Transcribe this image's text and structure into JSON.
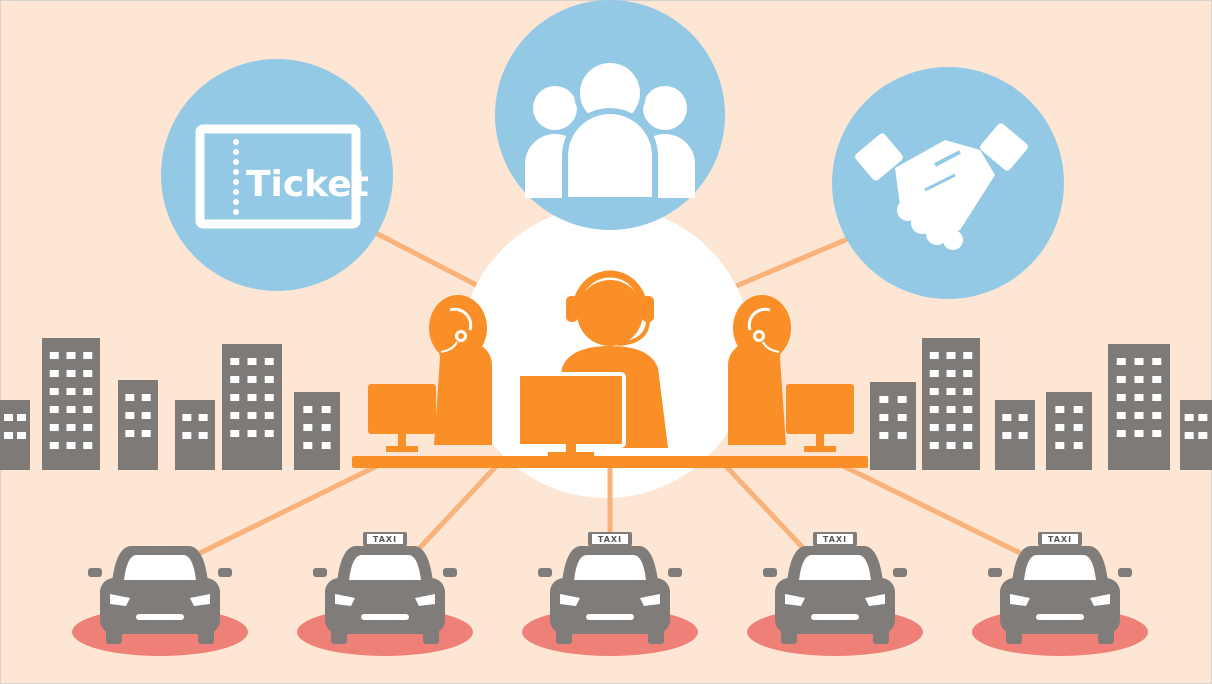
{
  "colors": {
    "background": "#fde6d4",
    "circle": "#94c9e6",
    "operator": "#f98f26",
    "building": "#7d7a78",
    "car": "#807c79",
    "shadow": "#ee8078",
    "link": "#f9b27a",
    "hub": "#ffffff"
  },
  "icons": {
    "ticket": {
      "name": "ticket-icon",
      "label": "Ticket"
    },
    "group": {
      "name": "people-group-icon"
    },
    "handshake": {
      "name": "handshake-icon"
    }
  },
  "operators": {
    "name": "call-center-operators-icon"
  },
  "taxi_sign": "TAXI",
  "vehicles": [
    {
      "name": "car-1",
      "taxi": false
    },
    {
      "name": "taxi-2",
      "taxi": true
    },
    {
      "name": "taxi-3",
      "taxi": true
    },
    {
      "name": "taxi-4",
      "taxi": true
    },
    {
      "name": "taxi-5",
      "taxi": true
    }
  ]
}
